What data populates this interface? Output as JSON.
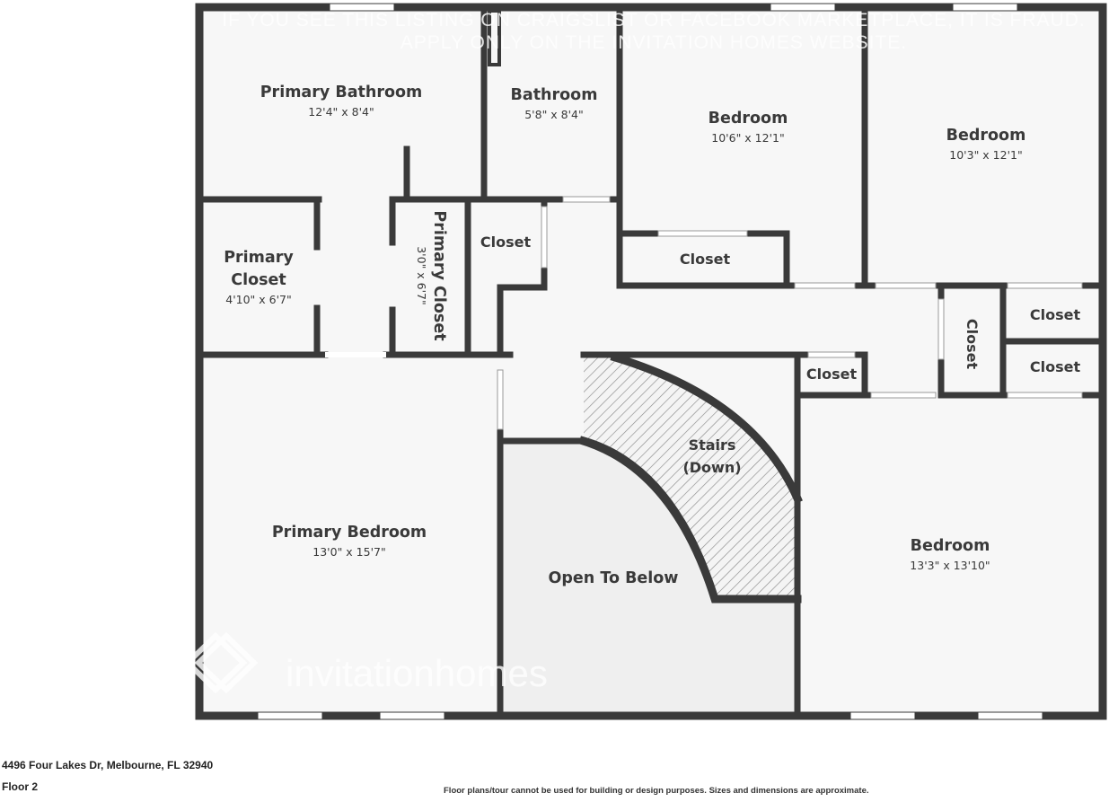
{
  "banner": {
    "line1": "IF YOU SEE THIS LISTING ON CRAIGSLIST OR FACEBOOK MARKETPLACE, IT IS FRAUD.",
    "line2": "APPLY ONLY ON THE INVITATION HOMES WEBSITE."
  },
  "watermark": "invitationhomes",
  "rooms": {
    "primary_bathroom": {
      "name": "Primary Bathroom",
      "dim": "12'4\" x 8'4\""
    },
    "bathroom": {
      "name": "Bathroom",
      "dim": "5'8\" x 8'4\""
    },
    "bedroom_1": {
      "name": "Bedroom",
      "dim": "10'6\" x 12'1\""
    },
    "bedroom_2": {
      "name": "Bedroom",
      "dim": "10'3\" x 12'1\""
    },
    "primary_closet_1": {
      "name_line1": "Primary",
      "name_line2": "Closet",
      "dim": "4'10\" x 6'7\""
    },
    "primary_closet_2": {
      "name": "Primary Closet",
      "dim": "3'0\" x 6'7\""
    },
    "closet_a": {
      "name": "Closet"
    },
    "closet_b": {
      "name": "Closet"
    },
    "closet_c": {
      "name": "Closet"
    },
    "closet_d": {
      "name": "Closet"
    },
    "closet_e": {
      "name": "Closet"
    },
    "closet_f": {
      "name": "Closet"
    },
    "primary_bedroom": {
      "name": "Primary Bedroom",
      "dim": "13'0\" x 15'7\""
    },
    "stairs": {
      "name_line1": "Stairs",
      "name_line2": "(Down)"
    },
    "open_to_below": {
      "name": "Open To Below"
    },
    "bedroom_3": {
      "name": "Bedroom",
      "dim": "13'3\" x 13'10\""
    }
  },
  "footer": {
    "address": "4496 Four Lakes Dr, Melbourne, FL 32940",
    "floor": "Floor 2",
    "disclaimer": "Floor plans/tour cannot be used for building or design purposes. Sizes and dimensions are approximate."
  },
  "colors": {
    "wall": "#3a3a3a",
    "floor": "#f7f7f7",
    "open_area": "#efefef",
    "window": "#ffffff"
  }
}
